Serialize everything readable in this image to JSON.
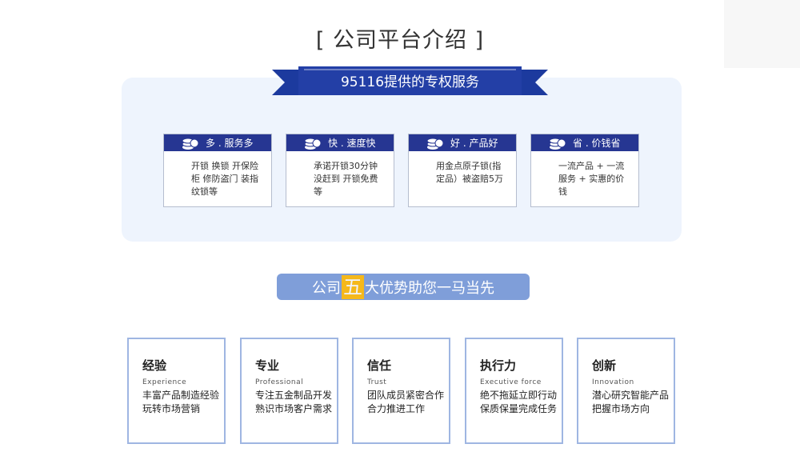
{
  "page": {
    "title": "[ 公司平台介绍 ]"
  },
  "privileges": {
    "ribbon_label": "95116提供的专权服务",
    "cards": [
      {
        "title": "多 . 服务多",
        "text": "开锁 换锁 开保险柜 修防盗门 装指纹锁等",
        "icon": "coin-stack-icon"
      },
      {
        "title": "快 . 速度快",
        "text": "承诺开锁30分钟没赶到 开锁免费等",
        "icon": "coin-stack-icon"
      },
      {
        "title": "好 . 产品好",
        "text": "用金点原子锁(指定品）被盗赔5万",
        "icon": "coin-stack-icon"
      },
      {
        "title": "省 . 价钱省",
        "text": "一流产品 + 一流服务 + 实惠的价钱",
        "icon": "coin-stack-icon"
      }
    ]
  },
  "advantages": {
    "banner_prefix": "公司",
    "banner_highlight": "五",
    "banner_suffix": "大优势助您一马当先",
    "items": [
      {
        "title": "经验",
        "subtitle": "Experience",
        "desc": "丰富产品制造经验玩转市场营销"
      },
      {
        "title": "专业",
        "subtitle": "Professional",
        "desc": "专注五金制品开发熟识市场客户需求"
      },
      {
        "title": "信任",
        "subtitle": "Trust",
        "desc": "团队成员紧密合作合力推进工作"
      },
      {
        "title": "执行力",
        "subtitle": "Executive force",
        "desc": "绝不拖延立即行动保质保量完成任务"
      },
      {
        "title": "创新",
        "subtitle": "Innovation",
        "desc": "潜心研究智能产品把握市场方向"
      }
    ]
  },
  "colors": {
    "navy": "#263692",
    "ribbon": "#1c3a9e",
    "panel_bg": "#eef4fd",
    "banner": "#7f9ed9",
    "highlight": "#f5b81b",
    "feature_border": "#9fb6e2"
  }
}
